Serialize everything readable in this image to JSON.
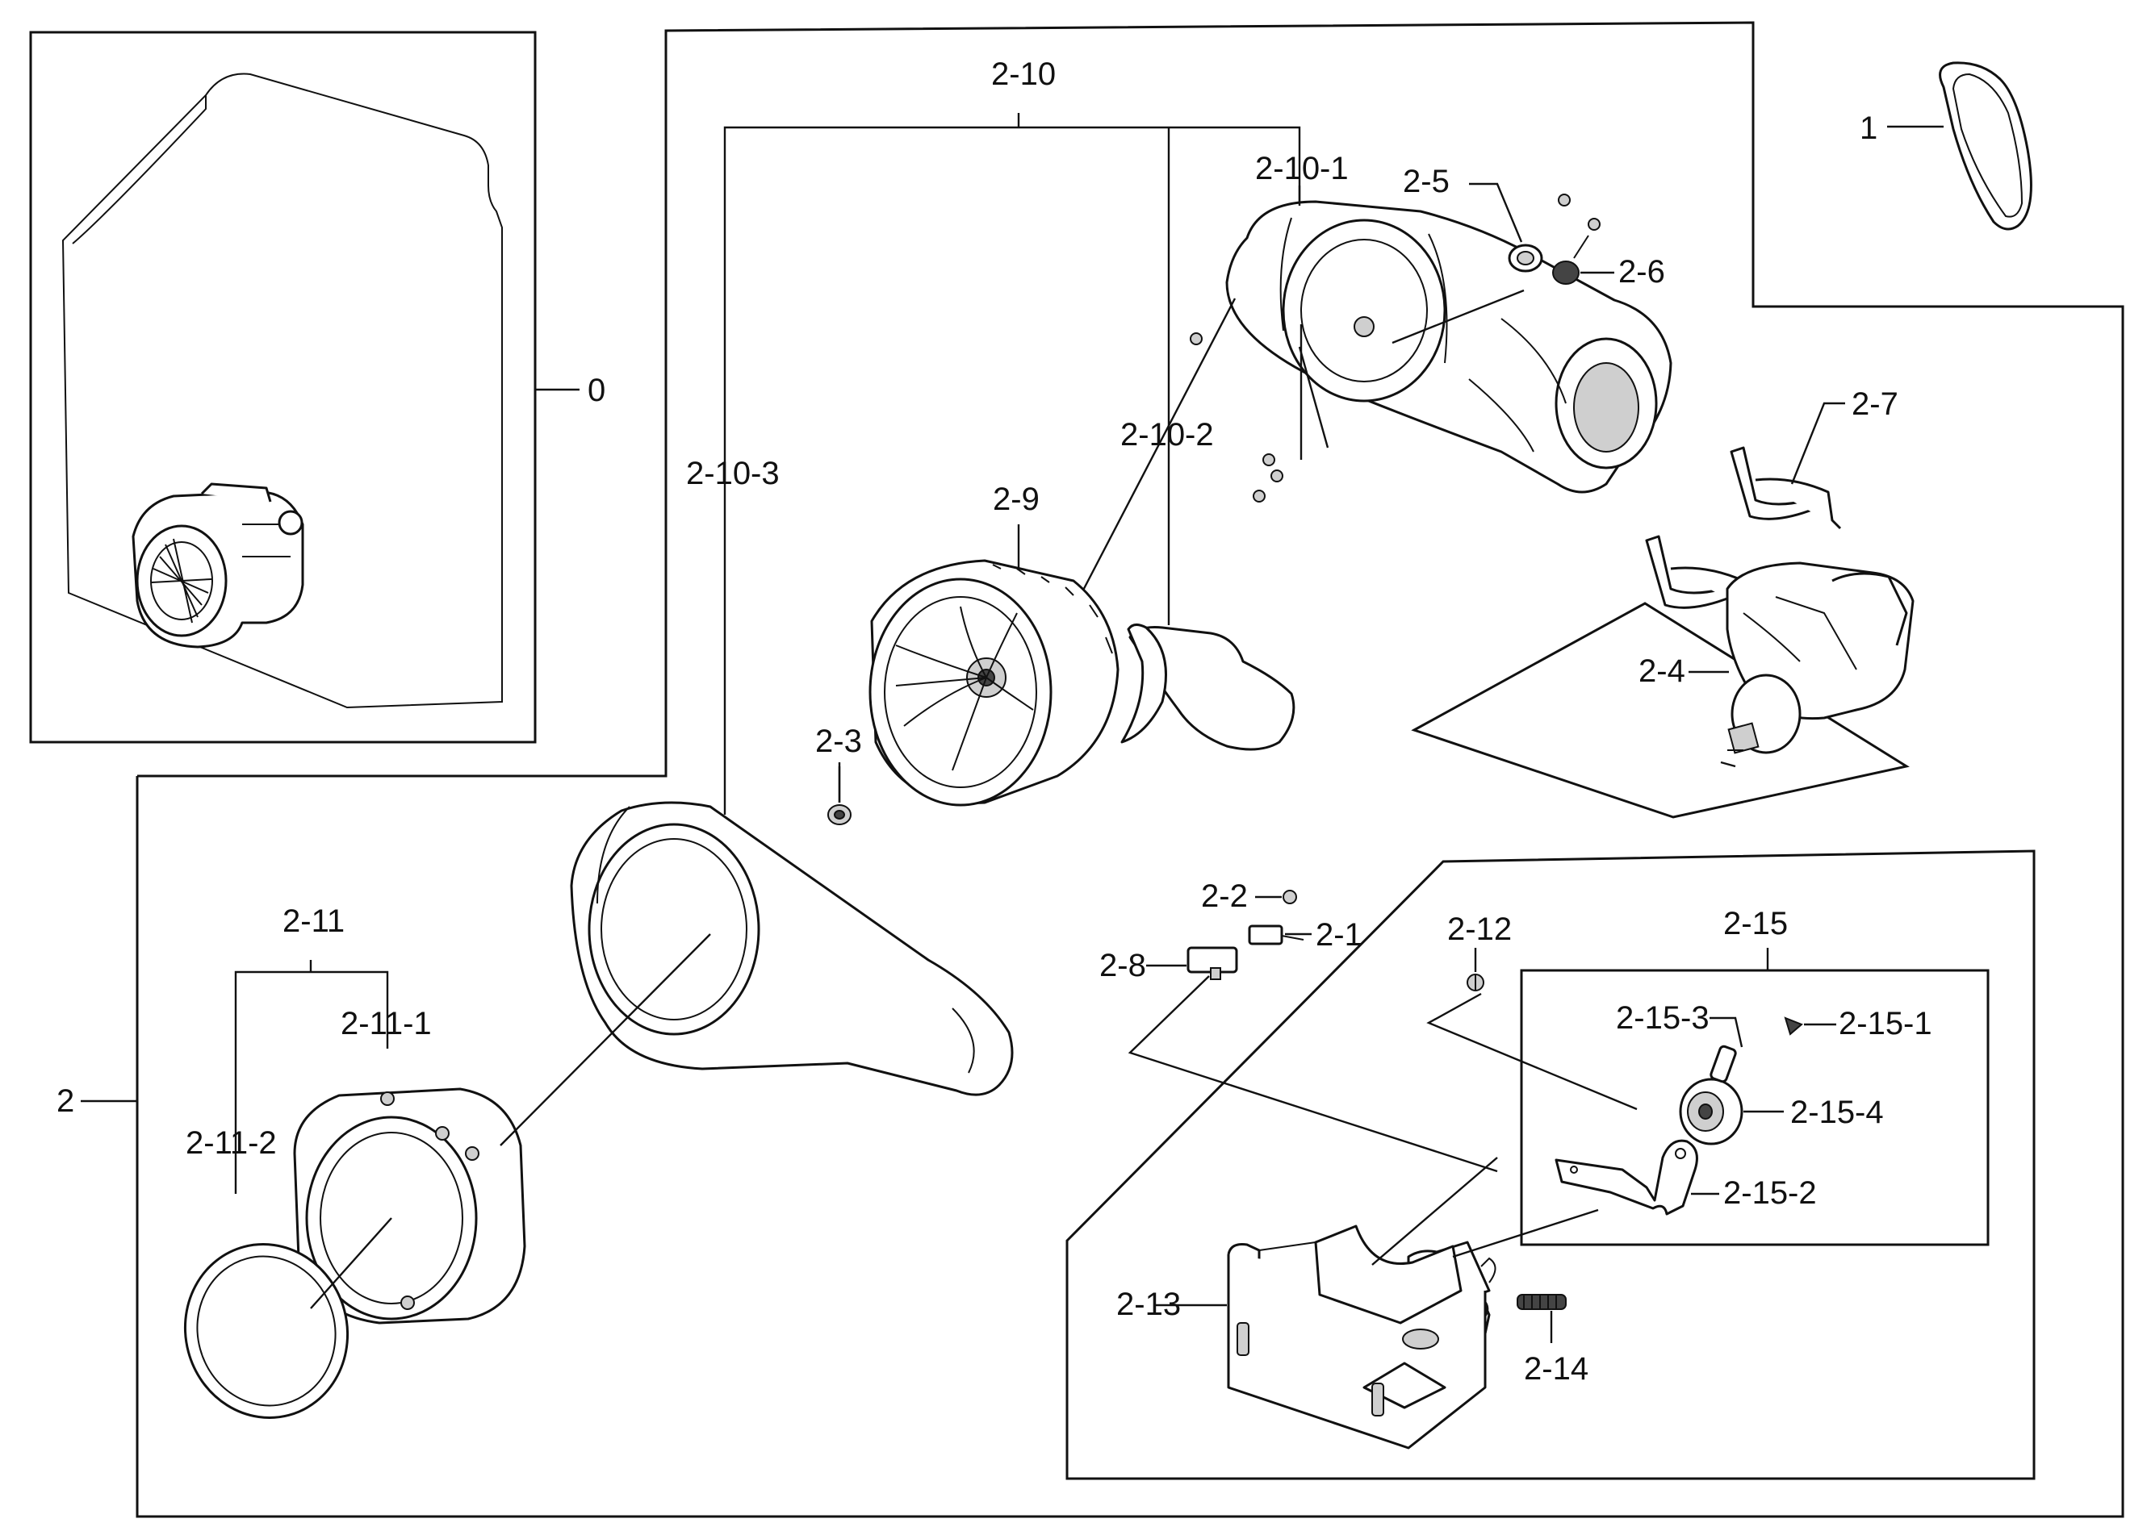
{
  "diagram": {
    "callouts": {
      "c0": "0",
      "c1": "1",
      "c2": "2",
      "c2_1": "2-1",
      "c2_2": "2-2",
      "c2_3": "2-3",
      "c2_4": "2-4",
      "c2_5": "2-5",
      "c2_6": "2-6",
      "c2_7": "2-7",
      "c2_8": "2-8",
      "c2_9": "2-9",
      "c2_10": "2-10",
      "c2_10_1": "2-10-1",
      "c2_10_2": "2-10-2",
      "c2_10_3": "2-10-3",
      "c2_11": "2-11",
      "c2_11_1": "2-11-1",
      "c2_11_2": "2-11-2",
      "c2_12": "2-12",
      "c2_13": "2-13",
      "c2_14": "2-14",
      "c2_15": "2-15",
      "c2_15_1": "2-15-1",
      "c2_15_2": "2-15-2",
      "c2_15_3": "2-15-3",
      "c2_15_4": "2-15-4"
    }
  }
}
